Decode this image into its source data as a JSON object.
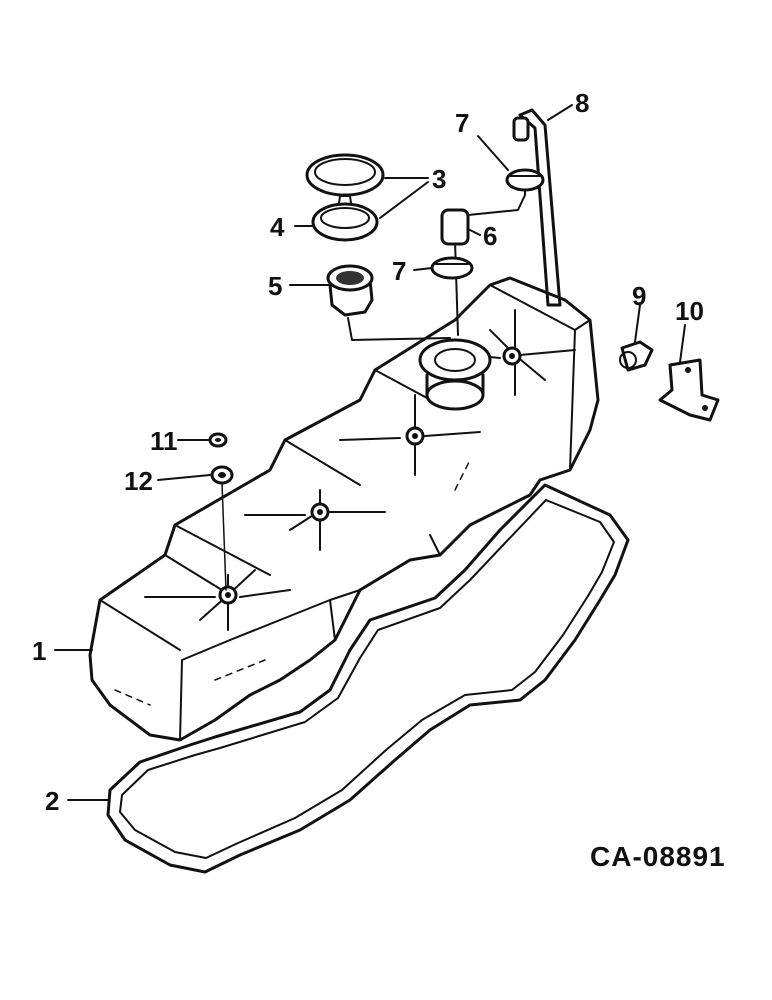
{
  "diagram": {
    "callouts": {
      "c1": "1",
      "c2": "2",
      "c3": "3",
      "c4": "4",
      "c5": "5",
      "c6": "6",
      "c7a": "7",
      "c7b": "7",
      "c8": "8",
      "c9": "9",
      "c10": "10",
      "c11": "11",
      "c12": "12"
    },
    "drawing_code": "CA-08891"
  }
}
